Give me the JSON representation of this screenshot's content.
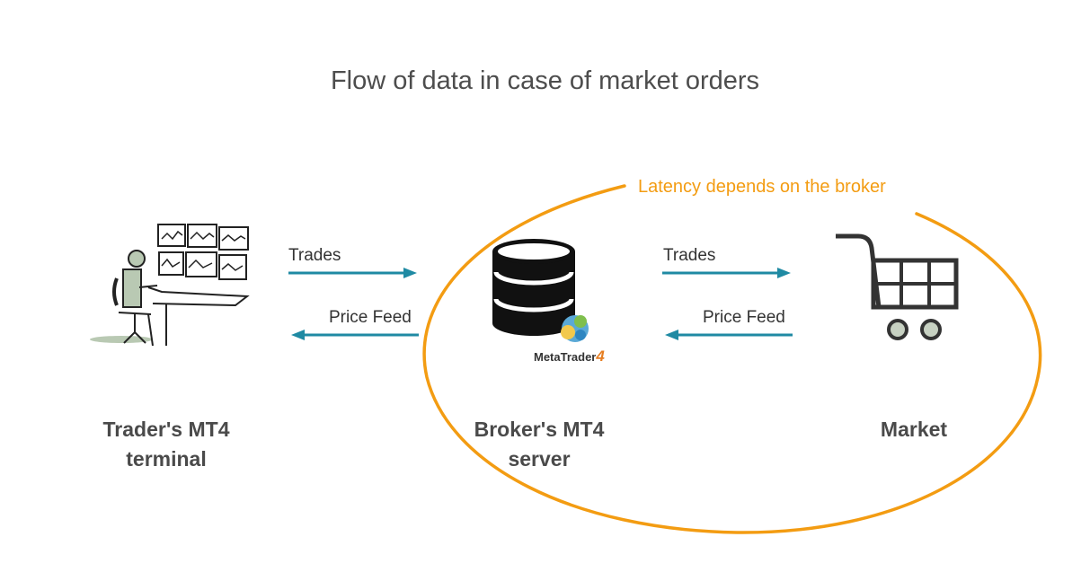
{
  "title": "Flow of data in case of market orders",
  "latency_note": "Latency depends on the broker",
  "flows": {
    "left_trades": "Trades",
    "left_price_feed": "Price Feed",
    "right_trades": "Trades",
    "right_price_feed": "Price Feed"
  },
  "nodes": {
    "trader": [
      "Trader's MT4",
      "terminal"
    ],
    "broker": [
      "Broker's MT4",
      "server"
    ],
    "market": [
      "Market"
    ]
  },
  "logo": {
    "brand": "MetaTrader",
    "version": "4"
  },
  "colors": {
    "arrow": "#1f8aa3",
    "ellipse": "#f39c12",
    "text": "#4a4a4a",
    "logo_accent": "#e67e22"
  },
  "icons": {
    "trader": "trader-workstation-icon",
    "broker": "database-icon",
    "market": "shopping-cart-icon"
  }
}
